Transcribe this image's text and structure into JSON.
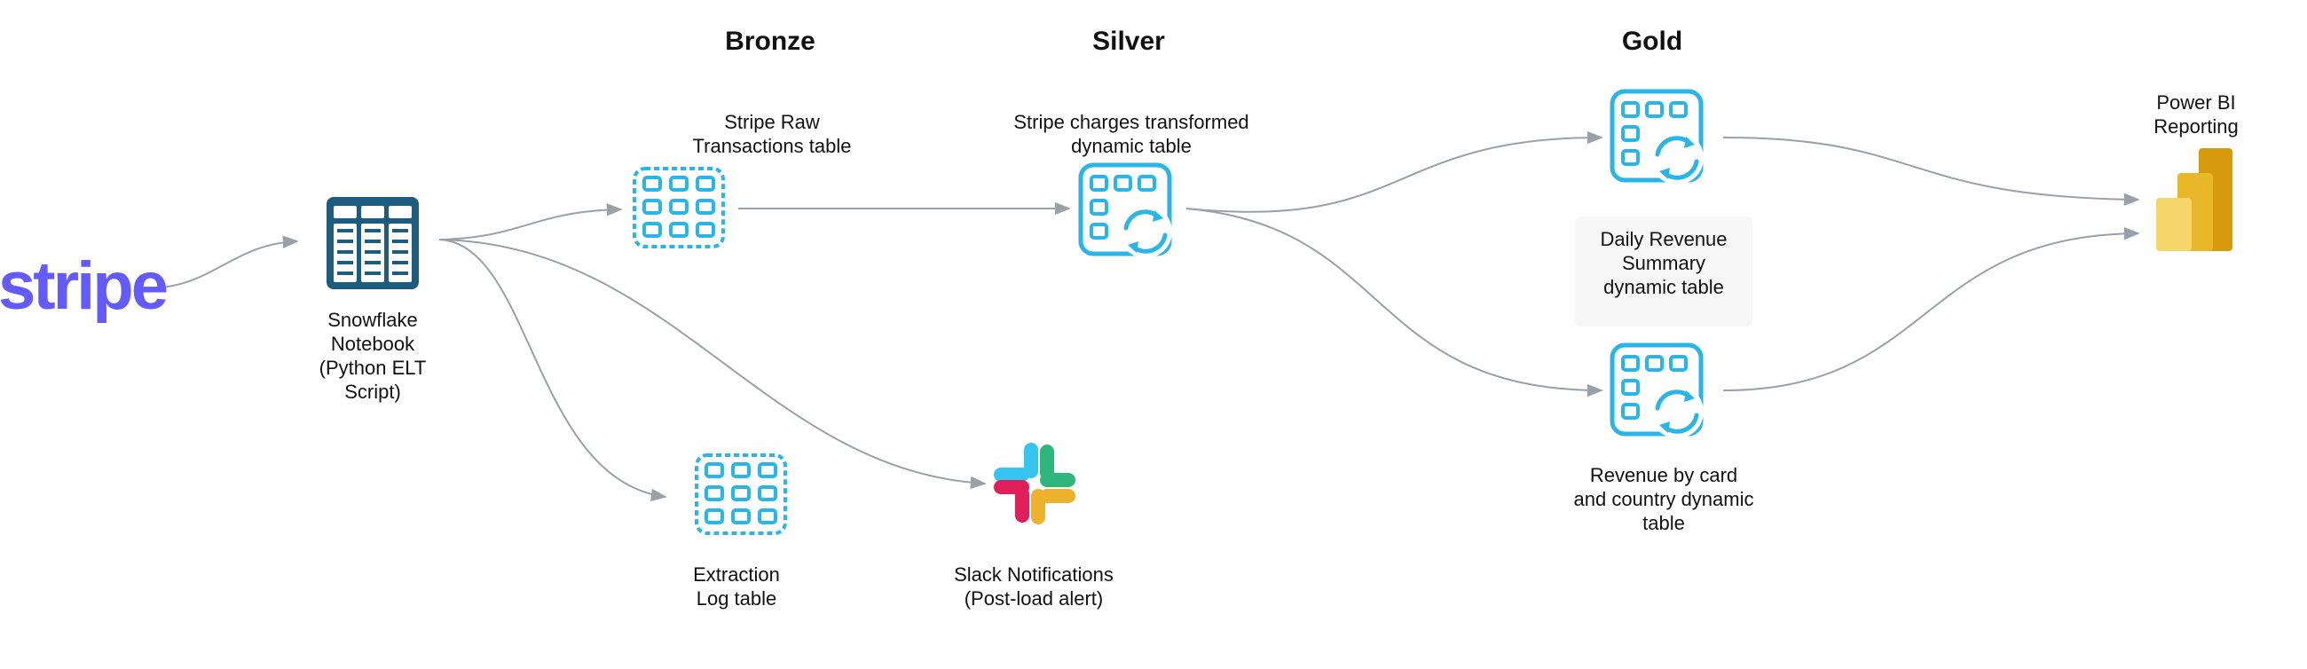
{
  "layers": {
    "bronze": "Bronze",
    "silver": "Silver",
    "gold": "Gold"
  },
  "nodes": {
    "stripe": {
      "logo_text": "stripe",
      "icon": "stripe-logo"
    },
    "notebook": {
      "label": "Snowflake\nNotebook\n(Python ELT\nScript)",
      "icon": "snowflake-notebook-icon"
    },
    "raw_table": {
      "label": "Stripe Raw\nTransactions table",
      "icon": "table-icon"
    },
    "extraction_log": {
      "label": "Extraction\nLog table",
      "icon": "table-icon"
    },
    "charges_dynamic": {
      "label": "Stripe charges transformed\ndynamic table",
      "icon": "dynamic-table-icon"
    },
    "slack": {
      "label": "Slack Notifications\n(Post-load alert)",
      "icon": "slack-icon"
    },
    "daily_revenue": {
      "label": "Daily Revenue\nSummary\ndynamic table",
      "icon": "dynamic-table-icon"
    },
    "revenue_by_card": {
      "label": "Revenue by card\nand country dynamic\ntable",
      "icon": "dynamic-table-icon"
    },
    "power_bi": {
      "label": "Power BI\nReporting",
      "icon": "power-bi-icon"
    }
  },
  "colors": {
    "stripe": "#635bff",
    "snowflake_dark": "#1d5c7e",
    "snowflake_blue": "#29b5e8",
    "arrow": "#9aa0a8",
    "powerbi_dark": "#d69a0c",
    "powerbi_mid": "#e8b72a",
    "powerbi_light": "#f5d66a"
  }
}
